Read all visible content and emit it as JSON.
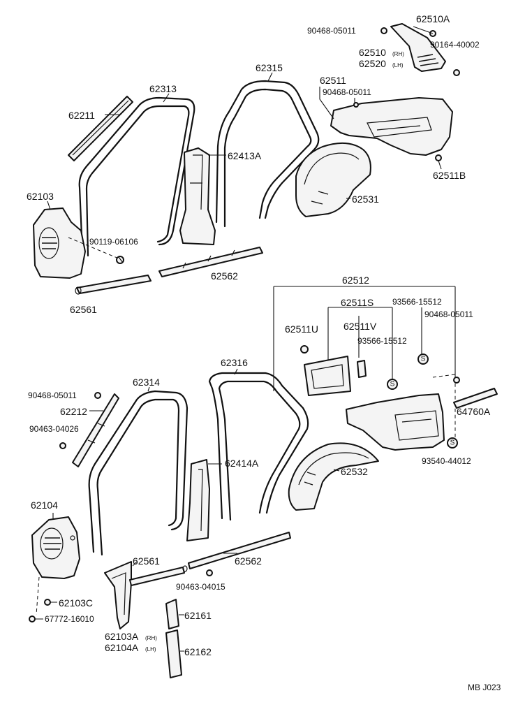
{
  "labels": {
    "p62510A": "62510A",
    "p90468_05011_a": "90468-05011",
    "p90164_40002": "90164-40002",
    "p62510": "62510",
    "p62520": "62520",
    "rh": "(RH)",
    "lh": "(LH)",
    "p62315": "62315",
    "p62511": "62511",
    "p90468_05011_b": "90468-05011",
    "p62313": "62313",
    "p62211": "62211",
    "p62413A": "62413A",
    "p62511B": "62511B",
    "p62103": "62103",
    "p62531": "62531",
    "p90119_06106": "90119-06106",
    "p62562_a": "62562",
    "p62561_a": "62561",
    "p62512": "62512",
    "p62511S": "62511S",
    "p93566_15512_a": "93566-15512",
    "p90468_05011_c": "90468-05011",
    "p62511U": "62511U",
    "p62511V": "62511V",
    "p93566_15512_b": "93566-15512",
    "p62316": "62316",
    "p62314": "62314",
    "p90468_05011_d": "90468-05011",
    "p62212": "62212",
    "p90463_04026": "90463-04026",
    "p64760A": "64760A",
    "p62414A": "62414A",
    "p93540_44012": "93540-44012",
    "p62532": "62532",
    "p62104": "62104",
    "p62561_b": "62561",
    "p62562_b": "62562",
    "p90463_04015": "90463-04015",
    "p62103C": "62103C",
    "p67772_16010": "67772-16010",
    "p62161": "62161",
    "p62103A": "62103A",
    "p62104A": "62104A",
    "p62162": "62162",
    "code": "MB J023"
  },
  "s_mark": "S"
}
